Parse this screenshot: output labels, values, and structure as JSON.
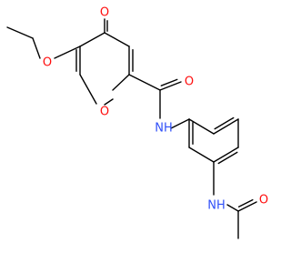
{
  "molecule": {
    "colors": {
      "oxygen": "#ff0d0d",
      "nitrogen": "#3050f8",
      "carbon_bond": "#000000"
    },
    "atoms": {
      "O_keto": "O",
      "O_ethoxy": "O",
      "O_ring": "O",
      "O_amide": "O",
      "N_amide": "NH",
      "N_acetamide": "NH",
      "O_acetyl": "O"
    }
  }
}
